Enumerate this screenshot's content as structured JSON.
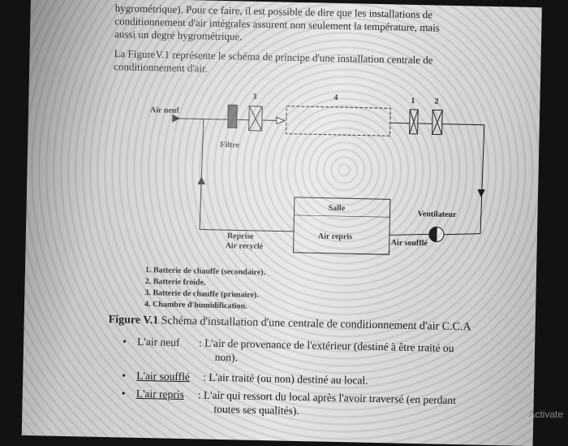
{
  "text": {
    "line1": "hygrométrique). Pour ce faire, il est possible de dire que les installations de",
    "line2": "conditionnement d'air intégrales assurent non seulement la température, mais",
    "line3": "aussi un degré hygrométrique.",
    "line4": "La FigureV.1 représente le schéma de principe d'une installation centrale de",
    "line5": "conditionnement d'air."
  },
  "diagram": {
    "air_neuf": "Air neuf",
    "filtre": "Filtre",
    "num3": "3",
    "num4": "4",
    "num1": "1",
    "num2": "2",
    "salle": "Salle",
    "air_repris": "Air repris",
    "ventilateur": "Ventilateur",
    "air_souffle": "Air soufflé",
    "reprise": "Reprise",
    "air_recycle": "Air recyclé"
  },
  "legend": [
    "1. Batterie de chauffe (secondaire).",
    "2. Batterie froide.",
    "3. Batterie de chauffe (primaire).",
    "4. Chambre d'humidification."
  ],
  "caption": {
    "label": "Figure V.1",
    "text": " Schéma d'installation d'une centrale de conditionnement d'air C.C.A"
  },
  "bullets": [
    {
      "term": "L'air neuf",
      "def": " : L'air de provenance de l'extérieur (destiné à être traité ou",
      "cont": "non)."
    },
    {
      "term": "L'air soufflé",
      "def": " : L'air traité (ou non) destiné au local.",
      "cont": ""
    },
    {
      "term": "L'air repris",
      "def": " : L'air qui ressort du local après l'avoir traversé (en perdant",
      "cont": "toutes ses qualités)."
    }
  ],
  "overlay": {
    "activate": "Activate"
  }
}
